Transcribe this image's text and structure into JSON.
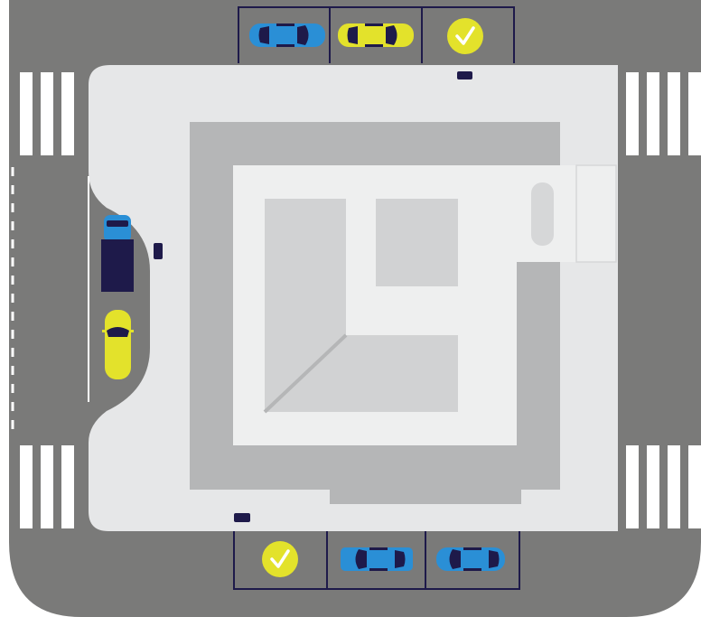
{
  "colors": {
    "road": "#7a7a79",
    "sidewalk": "#e6e7e8",
    "building_outer": "#b5b6b7",
    "courtyard": "#eeefef",
    "interior_block": "#d1d2d3",
    "bay_line": "#1e1a4a",
    "crosswalk": "#ffffff",
    "car_blue": "#2a8fd6",
    "car_yellow": "#e3e22b",
    "car_glass": "#1e1a4a",
    "truck_cab": "#2a8fd6",
    "truck_cargo": "#1e1a4a",
    "available_badge": "#e3e22b"
  },
  "parking": {
    "top_bays": [
      {
        "status": "occupied",
        "vehicle": "car",
        "color": "blue",
        "icon": "car-icon"
      },
      {
        "status": "occupied",
        "vehicle": "car",
        "color": "yellow",
        "icon": "car-icon"
      },
      {
        "status": "available",
        "icon": "check-icon"
      }
    ],
    "bottom_bays": [
      {
        "status": "available",
        "icon": "check-icon"
      },
      {
        "status": "occupied",
        "vehicle": "car",
        "color": "blue",
        "icon": "car-icon"
      },
      {
        "status": "occupied",
        "vehicle": "car",
        "color": "blue",
        "icon": "car-icon"
      }
    ],
    "side_lane": [
      {
        "vehicle": "truck",
        "icon": "truck-icon"
      },
      {
        "vehicle": "car",
        "color": "yellow",
        "icon": "car-icon"
      }
    ]
  },
  "sensors": {
    "count": 3,
    "icon": "sensor-icon"
  }
}
